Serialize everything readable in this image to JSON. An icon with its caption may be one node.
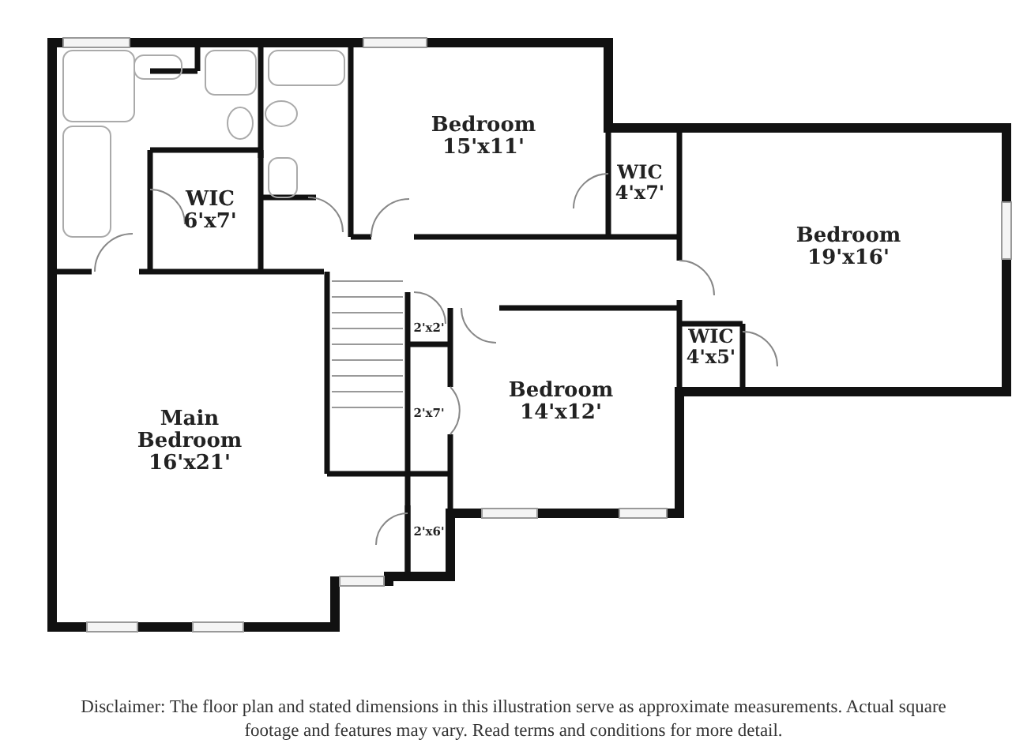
{
  "diagram": {
    "caption": "Disclaimer: The floor plan and stated dimensions in this illustration serve as approximate measurements. Actual square footage and features may vary. Read terms and conditions for more detail.",
    "labels": [
      "WIC 6'x7'",
      "Bedroom 15'x11'",
      "WIC 4'x7'",
      "Bedroom 19'x16'",
      "2'x2'",
      "WIC 4'x5'",
      "Main Bedroom 16'x21'",
      "Bedroom 14'x12'",
      "2'x7'",
      "2'x6'"
    ]
  }
}
